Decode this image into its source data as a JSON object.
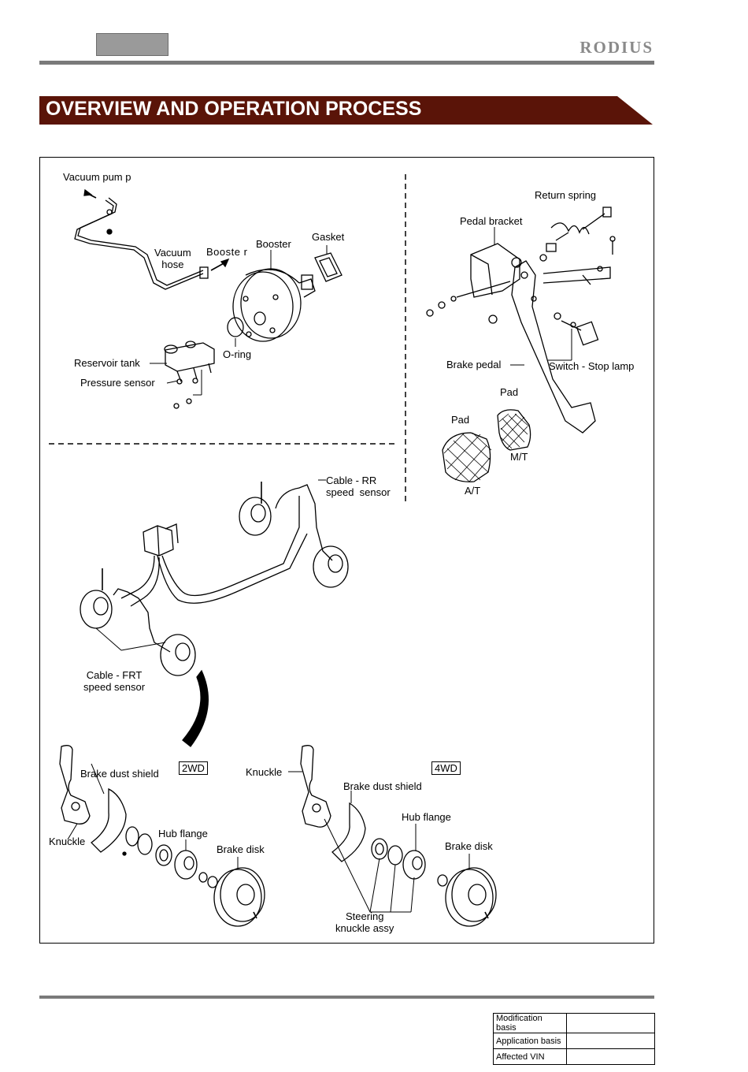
{
  "header": {
    "brand": "RODIUS"
  },
  "title": "OVERVIEW AND OPERATION PROCESS",
  "labels": {
    "vacuum_pump": "Vacuum  pum p",
    "vacuum_hose": "Vacuum\nhose",
    "booster_arrow": "Booste r",
    "booster": "Booster",
    "gasket": "Gasket",
    "o_ring": "O-ring",
    "reservoir_tank": "Reservoir tank",
    "pressure_sensor": "Pressure  sensor",
    "return_spring": "Return  spring",
    "pedal_bracket": "Pedal bracket",
    "brake_pedal": "Brake pedal",
    "switch_stop_lamp": "Switch - Stop lamp",
    "pad_mt": "Pad",
    "pad_at": "Pad",
    "mt": "M/T",
    "at": "A/T",
    "cable_rr": "Cable - RR\nspeed  sensor",
    "cable_frt": "Cable - FRT\nspeed sensor",
    "brake_dust_shield_2wd": "Brake dust shield",
    "tag_2wd": "2WD",
    "knuckle_2wd": "Knuckle",
    "hub_flange_2wd": "Hub flange",
    "brake_disk_2wd": "Brake disk",
    "knuckle_4wd": "Knuckle",
    "tag_4wd": "4WD",
    "brake_dust_shield_4wd": "Brake dust shield",
    "hub_flange_4wd": "Hub flange",
    "brake_disk_4wd": "Brake disk",
    "steering_knuckle_assy": "Steering\nknuckle assy"
  },
  "modification_table": {
    "rows": [
      {
        "label": "Modification basis",
        "value": ""
      },
      {
        "label": "Application basis",
        "value": ""
      },
      {
        "label": "Affected VIN",
        "value": ""
      }
    ]
  },
  "colors": {
    "title_bar": "#5a1408",
    "rule": "#7a7a7a",
    "tab": "#9a9a9a"
  }
}
